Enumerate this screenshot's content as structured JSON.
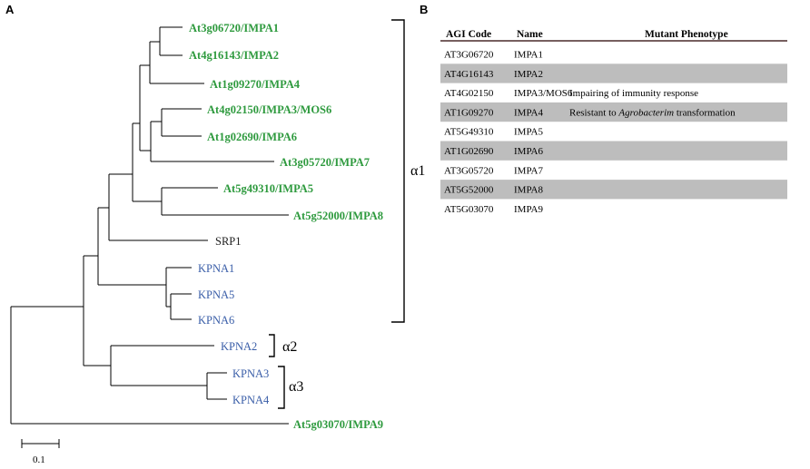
{
  "panels": {
    "a_label": "A",
    "b_label": "B"
  },
  "tree": {
    "leaves": [
      {
        "label": "At3g06720/IMPA1",
        "color": "#2e9a3e"
      },
      {
        "label": "At4g16143/IMPA2",
        "color": "#2e9a3e"
      },
      {
        "label": "At1g09270/IMPA4",
        "color": "#2e9a3e"
      },
      {
        "label": "At4g02150/IMPA3/MOS6",
        "color": "#2e9a3e"
      },
      {
        "label": "At1g02690/IMPA6",
        "color": "#2e9a3e"
      },
      {
        "label": "At3g05720/IMPA7",
        "color": "#2e9a3e"
      },
      {
        "label": "At5g49310/IMPA5",
        "color": "#2e9a3e"
      },
      {
        "label": "At5g52000/IMPA8",
        "color": "#2e9a3e"
      },
      {
        "label": "SRP1",
        "color": "#222222"
      },
      {
        "label": "KPNA1",
        "color": "#3a5ea8"
      },
      {
        "label": "KPNA5",
        "color": "#3a5ea8"
      },
      {
        "label": "KPNA6",
        "color": "#3a5ea8"
      },
      {
        "label": "KPNA2",
        "color": "#3a5ea8"
      },
      {
        "label": "KPNA3",
        "color": "#3a5ea8"
      },
      {
        "label": "KPNA4",
        "color": "#3a5ea8"
      },
      {
        "label": "At5g03070/IMPA9",
        "color": "#2e9a3e"
      }
    ],
    "groups": {
      "alpha1": "α1",
      "alpha2": "α2",
      "alpha3": "α3"
    },
    "scale_label": "0.1"
  },
  "table": {
    "headers": {
      "agi": "AGI Code",
      "name": "Name",
      "phenotype": "Mutant Phenotype"
    },
    "rows": [
      {
        "agi": "AT3G06720",
        "name": "IMPA1",
        "phenotype": "",
        "phenotype_italic": "",
        "shaded": false
      },
      {
        "agi": "AT4G16143",
        "name": "IMPA2",
        "phenotype": "",
        "phenotype_italic": "",
        "shaded": true
      },
      {
        "agi": "AT4G02150",
        "name": "IMPA3/MOS6",
        "phenotype": "Impairing of immunity response",
        "phenotype_italic": "",
        "shaded": false
      },
      {
        "agi": "AT1G09270",
        "name": "IMPA4",
        "phenotype": "Resistant to ",
        "phenotype_italic": "Agrobacterim",
        "phenotype_suffix": " transformation",
        "shaded": true
      },
      {
        "agi": "AT5G49310",
        "name": "IMPA5",
        "phenotype": "",
        "phenotype_italic": "",
        "shaded": false
      },
      {
        "agi": "AT1G02690",
        "name": "IMPA6",
        "phenotype": "",
        "phenotype_italic": "",
        "shaded": true
      },
      {
        "agi": "AT3G05720",
        "name": "IMPA7",
        "phenotype": "",
        "phenotype_italic": "",
        "shaded": false
      },
      {
        "agi": "AT5G52000",
        "name": "IMPA8",
        "phenotype": "",
        "phenotype_italic": "",
        "shaded": true
      },
      {
        "agi": "AT5G03070",
        "name": "IMPA9",
        "phenotype": "",
        "phenotype_italic": "",
        "shaded": false
      }
    ]
  }
}
